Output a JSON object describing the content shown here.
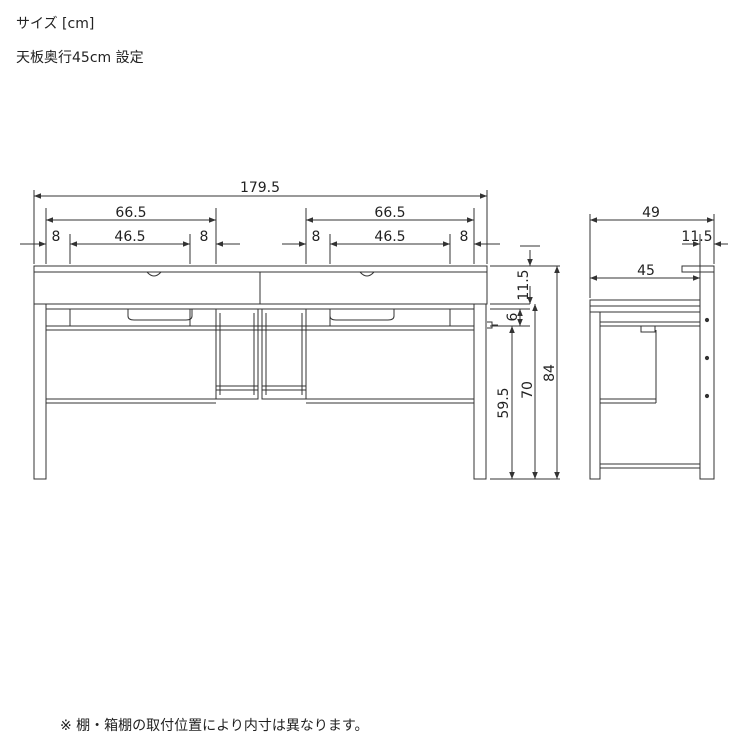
{
  "header": {
    "title": "サイズ [cm]",
    "subtitle": "天板奥行45cm 設定"
  },
  "footer": {
    "note": "※ 棚・箱棚の取付位置により内寸は異なります。"
  },
  "dimensions": {
    "overall_width": "179.5",
    "left_drawer_width": "66.5",
    "right_drawer_width": "66.5",
    "left_side_a": "8",
    "left_middle": "46.5",
    "left_side_b": "8",
    "right_side_a": "8",
    "right_middle": "46.5",
    "right_side_b": "8",
    "top_thickness_height": "11.5",
    "shelf_gap": "6",
    "under_drawer_height": "59.5",
    "table_height": "70",
    "total_height": "84",
    "side_total_depth": "49",
    "side_overhang": "11.5",
    "side_top_depth": "45"
  },
  "colors": {
    "line": "#333333",
    "fill": "#ffffff"
  }
}
